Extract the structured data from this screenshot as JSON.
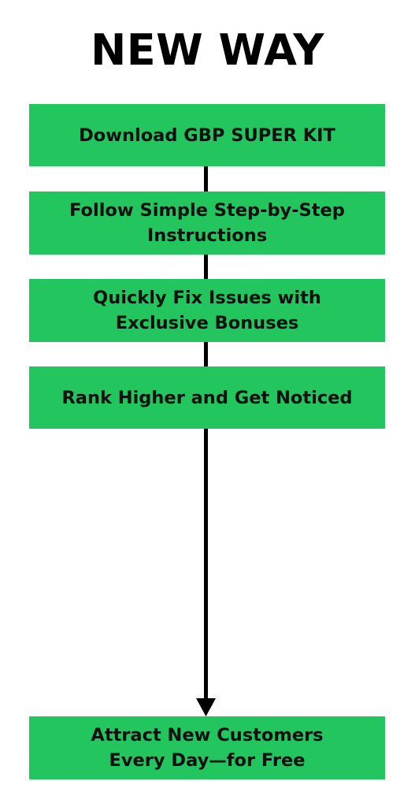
{
  "title": "NEW WAY",
  "colors": {
    "box_fill": "#22c55e",
    "connector": "#000000",
    "text": "#111111"
  },
  "steps": [
    {
      "label": "Download GBP SUPER KIT"
    },
    {
      "label": "Follow Simple Step-by-Step\nInstructions"
    },
    {
      "label": "Quickly Fix Issues with\nExclusive Bonuses"
    },
    {
      "label": "Rank Higher and Get Noticed"
    },
    {
      "label": "Attract New Customers\nEvery Day—for Free"
    }
  ]
}
